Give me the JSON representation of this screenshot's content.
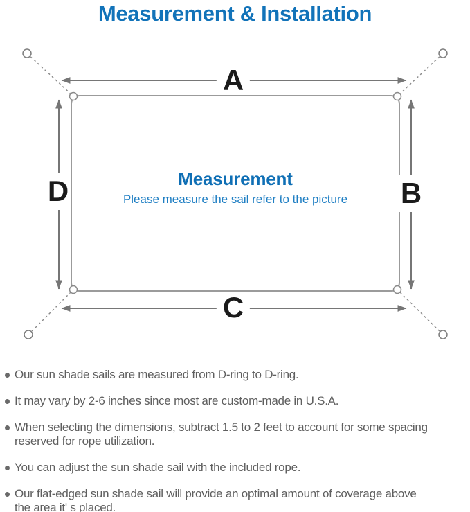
{
  "title": "Measurement & Installation",
  "diagram": {
    "labels": {
      "top": "A",
      "right": "B",
      "bottom": "C",
      "left": "D"
    },
    "center_heading": "Measurement",
    "center_subtitle": "Please measure the sail refer to the picture"
  },
  "notes": {
    "items": [
      {
        "text": "Our sun shade sails are measured from D-ring to D-ring."
      },
      {
        "text": "It may vary by 2-6 inches since most are custom-made in U.S.A."
      },
      {
        "text": "When selecting the dimensions, subtract 1.5 to 2 feet to account for some spacing\nreserved for rope utilization."
      },
      {
        "text": "You can adjust the sun shade sail with the included rope."
      },
      {
        "text": "Our flat-edged sun shade sail will provide an optimal amount of coverage above\nthe area it' s placed."
      }
    ]
  },
  "colors": {
    "title_blue": "#1273b9",
    "heading_blue": "#0f6fb5",
    "subtitle_blue": "#1e7ec3",
    "label_black": "#1b1b1b",
    "arrow_gray": "#767676",
    "outline_gray": "#9b9b9b",
    "note_gray": "#5f5f5f"
  }
}
